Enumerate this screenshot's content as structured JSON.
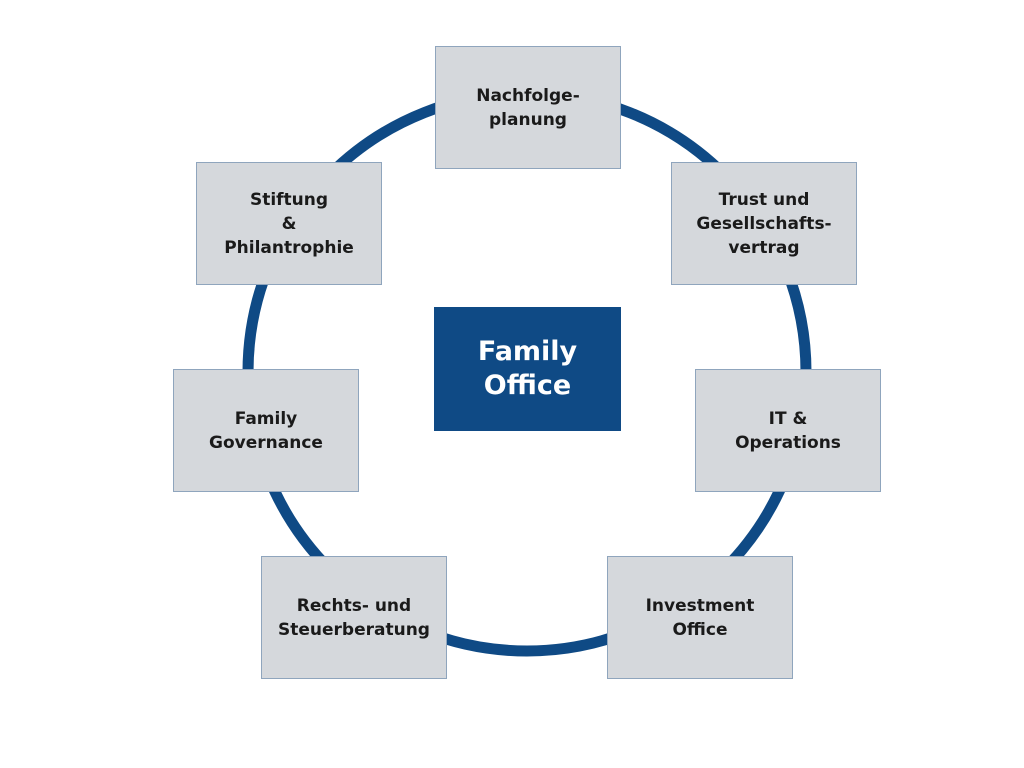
{
  "diagram": {
    "accent_color": "#0f4a85",
    "box_color": "#d5d8dc",
    "center": {
      "lines": [
        "Family",
        "Office"
      ]
    },
    "nodes": [
      {
        "id": "nachfolgeplanung",
        "lines": [
          "Nachfolge-",
          "planung"
        ]
      },
      {
        "id": "trust",
        "lines": [
          "Trust und",
          "Gesellschafts-",
          "vertrag"
        ]
      },
      {
        "id": "it-operations",
        "lines": [
          "IT &",
          "Operations"
        ]
      },
      {
        "id": "investment-office",
        "lines": [
          "Investment",
          "Office"
        ]
      },
      {
        "id": "rechts-steuer",
        "lines": [
          "Rechts- und",
          "Steuerberatung"
        ]
      },
      {
        "id": "family-governance",
        "lines": [
          "Family",
          "Governance"
        ]
      },
      {
        "id": "stiftung",
        "lines": [
          "Stiftung",
          "&",
          "Philantrophie"
        ]
      }
    ]
  }
}
